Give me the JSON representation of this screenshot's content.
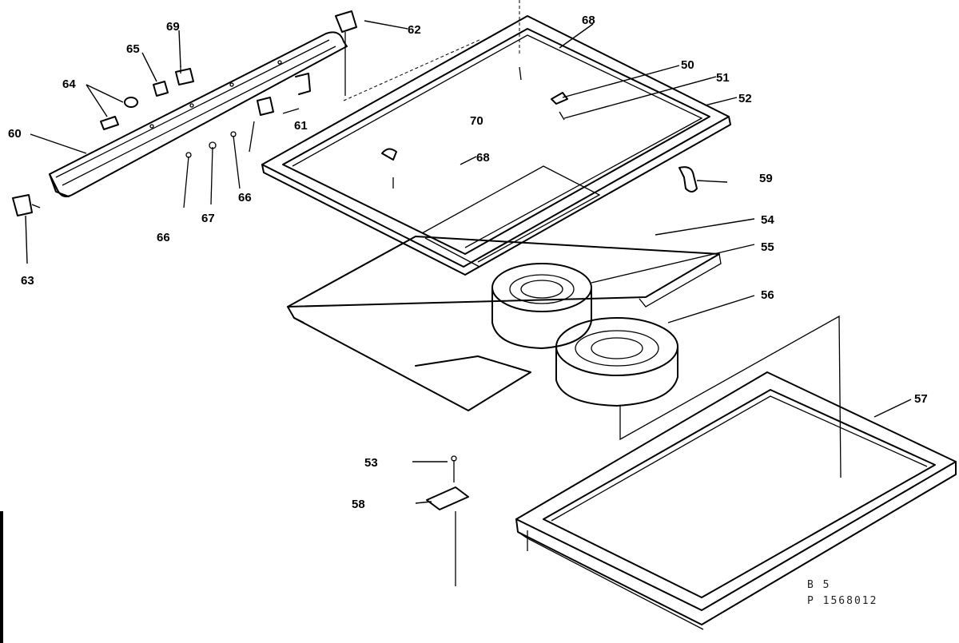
{
  "labels": {
    "p50": "50",
    "p51": "51",
    "p52": "52",
    "p53": "53",
    "p54": "54",
    "p55": "55",
    "p56": "56",
    "p57": "57",
    "p58": "58",
    "p59": "59",
    "p60": "60",
    "p61": "61",
    "p62": "62",
    "p63": "63",
    "p64": "64",
    "p65": "65",
    "p66a": "66",
    "p66b": "66",
    "p67": "67",
    "p68a": "68",
    "p68b": "68",
    "p69": "69",
    "p70": "70"
  },
  "drawing_code": {
    "line1": "B  5",
    "line2": "P  1568012"
  }
}
